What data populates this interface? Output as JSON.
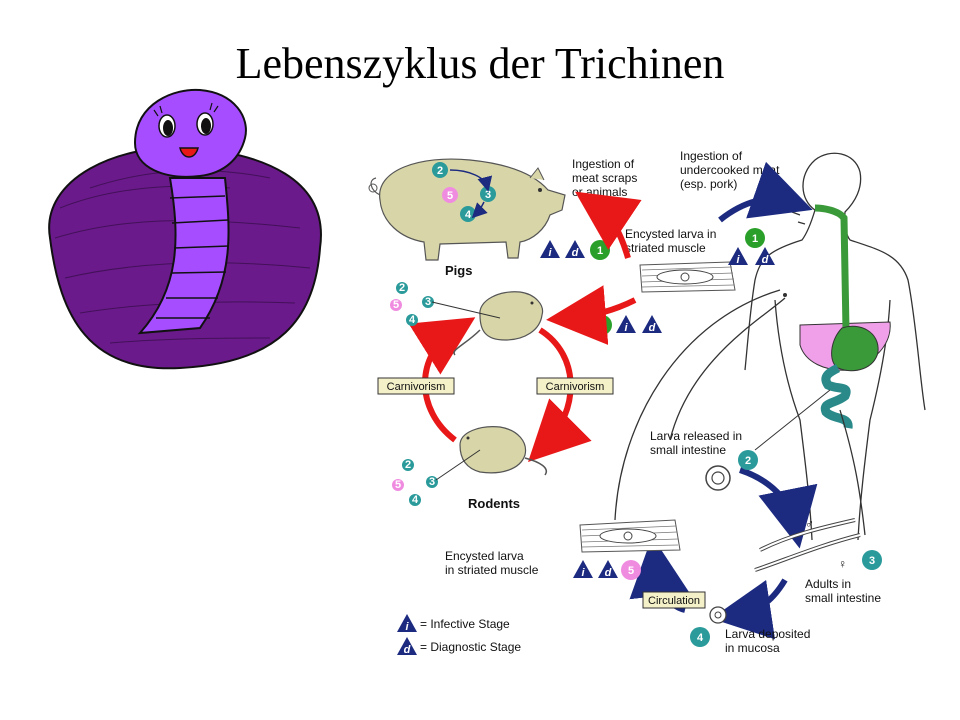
{
  "title": "Lebenszyklus der Trichinen",
  "colors": {
    "worm": "#a64dff",
    "blob": "#6a1a8a",
    "pig": "#d8d6a8",
    "teal": "#2a9a9a",
    "pink": "#f08ce0",
    "green": "#2aa02a",
    "navy": "#1c2a80",
    "red": "#e81818",
    "gut_green": "#3a9a3a",
    "liver_pink": "#f0a0e8"
  },
  "labels": {
    "ingestion_scraps": [
      "Ingestion of",
      "meat scraps",
      "or animals"
    ],
    "ingestion_meat": [
      "Ingestion of",
      "undercooked meat",
      "(esp. pork)"
    ],
    "encysted_top": [
      "Encysted larva in",
      "striated muscle"
    ],
    "pigs": "Pigs",
    "rodents": "Rodents",
    "carnivorism_left": "Carnivorism",
    "carnivorism_right": "Carnivorism",
    "larva_released": [
      "Larva released in",
      "small intestine"
    ],
    "encysted_bottom": [
      "Encysted larva",
      "in striated muscle"
    ],
    "adults": [
      "Adults in",
      "small intestine"
    ],
    "circulation": "Circulation",
    "larva_deposited": [
      "Larva deposited",
      "in mucosa"
    ],
    "male_symbol": "♂",
    "female_symbol": "♀"
  },
  "legend": {
    "infective": "= Infective Stage",
    "diagnostic": "= Diagnostic Stage",
    "i": "i",
    "d": "d"
  },
  "stages": [
    "1",
    "2",
    "3",
    "4",
    "5"
  ]
}
